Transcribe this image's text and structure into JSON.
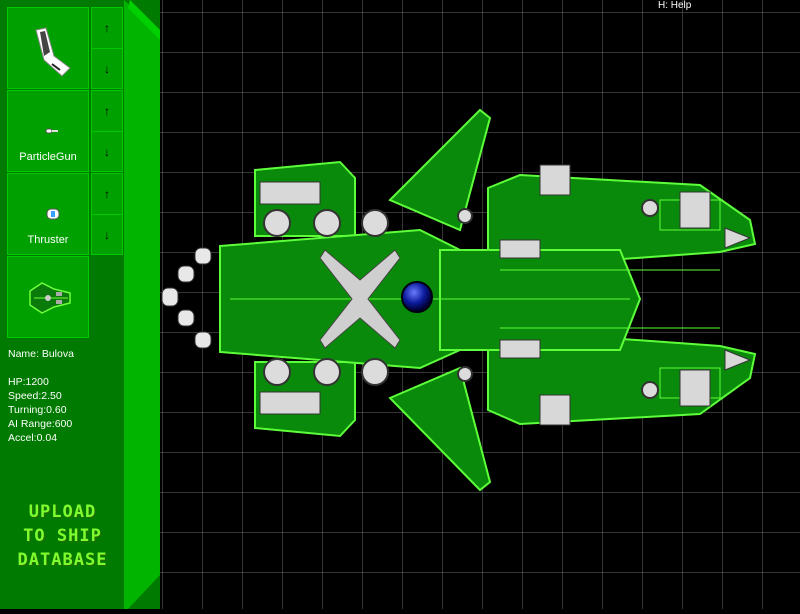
{
  "help_hint": "H: Help",
  "slots": [
    {
      "label": "",
      "icon": "ship-part-bracket-icon"
    },
    {
      "label": "ParticleGun",
      "icon": "particle-gun-icon"
    },
    {
      "label": "Thruster",
      "icon": "thruster-icon"
    },
    {
      "label": "",
      "icon": "ship-preview-icon"
    }
  ],
  "arrows": {
    "up": "↑",
    "down": "↓"
  },
  "stats": {
    "name": "Name: Bulova",
    "hp": "HP:1200",
    "speed": "Speed:2.50",
    "turning": "Turning:0.60",
    "ai_range": "AI Range:600",
    "accel": "Accel:0.04"
  },
  "upload": {
    "line1": "UPLOAD",
    "line2": "TO SHIP",
    "line3": "DATABASE"
  },
  "colors": {
    "panel": "#007a00",
    "slot": "#00a000",
    "grid": "#6a6a6a",
    "ship_fill": "#0a8a0a",
    "ship_line": "#5dff3a",
    "core": "#0a1a9a",
    "upload_text": "#7cff2e"
  }
}
